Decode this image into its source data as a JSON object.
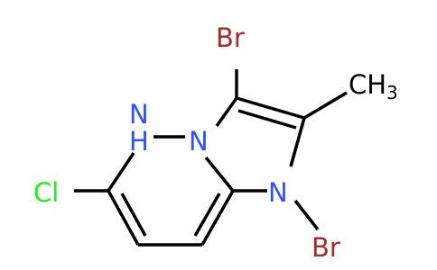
{
  "molecule": {
    "atoms": {
      "br_top": "Br",
      "br_bottom": "Br",
      "methyl_c": "CH",
      "methyl_sub": "3",
      "nh_n": "N",
      "nh_h": "H",
      "n_bridge": "N",
      "n1": "N",
      "cl": "Cl"
    }
  },
  "colors": {
    "bond": "#000000",
    "bromine": "#a52a2a",
    "nitrogen": "#3050f8",
    "chlorine": "#1ff01f",
    "carbon": "#000000"
  }
}
